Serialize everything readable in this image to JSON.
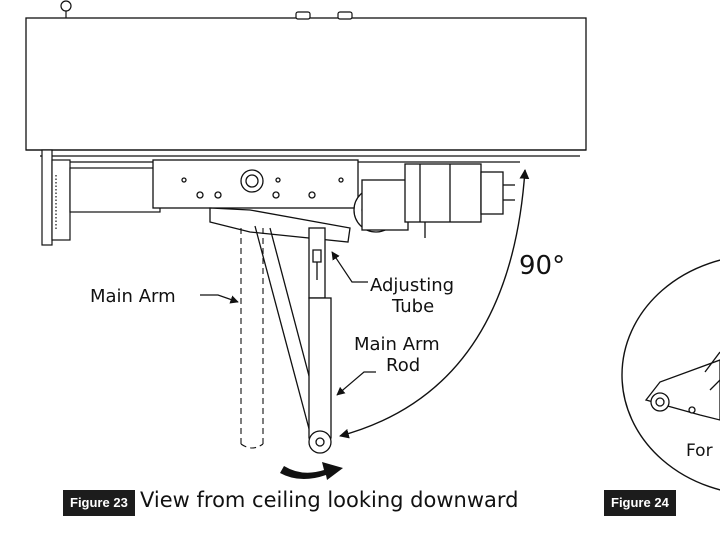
{
  "figure23": {
    "labels": {
      "main_arm": "Main Arm",
      "adjusting_1": "Adjusting",
      "adjusting_2": "Tube",
      "rod_1": "Main Arm",
      "rod_2": "Rod",
      "angle": "90°"
    },
    "caption_badge": "Figure 23",
    "caption_text": "View from ceiling looking downward"
  },
  "figure24": {
    "callout_text": "For",
    "caption_badge": "Figure 24"
  }
}
